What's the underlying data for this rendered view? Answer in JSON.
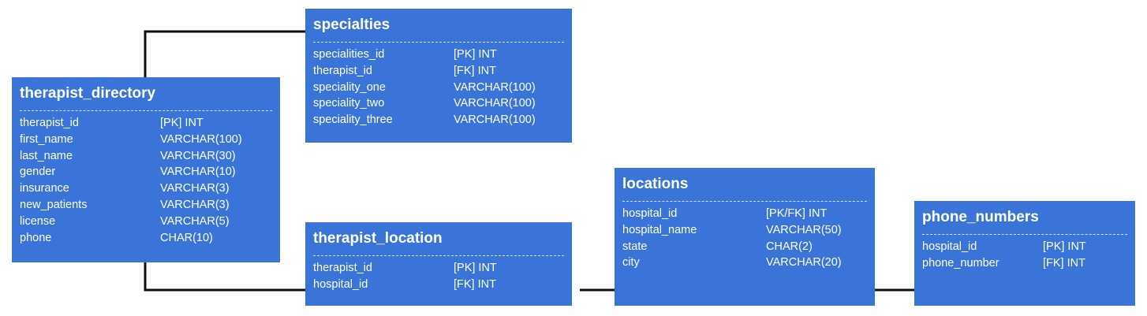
{
  "tables": {
    "therapist_directory": {
      "title": "therapist_directory",
      "fields": [
        {
          "name": "therapist_id",
          "type": "[PK] INT"
        },
        {
          "name": "first_name",
          "type": "VARCHAR(100)"
        },
        {
          "name": "last_name",
          "type": "VARCHAR(30)"
        },
        {
          "name": "gender",
          "type": "VARCHAR(10)"
        },
        {
          "name": "insurance",
          "type": "VARCHAR(3)"
        },
        {
          "name": "new_patients",
          "type": "VARCHAR(3)"
        },
        {
          "name": "license",
          "type": "VARCHAR(5)"
        },
        {
          "name": "phone",
          "type": "CHAR(10)"
        }
      ]
    },
    "specialties": {
      "title": "specialties",
      "fields": [
        {
          "name": "specialities_id",
          "type": "[PK] INT"
        },
        {
          "name": "therapist_id",
          "type": "[FK] INT"
        },
        {
          "name": "speciality_one",
          "type": "VARCHAR(100)"
        },
        {
          "name": "speciality_two",
          "type": "VARCHAR(100)"
        },
        {
          "name": "speciality_three",
          "type": "VARCHAR(100)"
        }
      ]
    },
    "therapist_location": {
      "title": "therapist_location",
      "fields": [
        {
          "name": "therapist_id",
          "type": "[PK] INT"
        },
        {
          "name": "hospital_id",
          "type": "[FK] INT"
        }
      ]
    },
    "locations": {
      "title": "locations",
      "fields": [
        {
          "name": "hospital_id",
          "type": "[PK/FK] INT"
        },
        {
          "name": "hospital_name",
          "type": "VARCHAR(50)"
        },
        {
          "name": "state",
          "type": "CHAR(2)"
        },
        {
          "name": "city",
          "type": "VARCHAR(20)"
        }
      ]
    },
    "phone_numbers": {
      "title": "phone_numbers",
      "fields": [
        {
          "name": "hospital_id",
          "type": "[PK] INT"
        },
        {
          "name": "phone_number",
          "type": "[FK] INT"
        }
      ]
    }
  },
  "colors": {
    "table_fill": "#3a74d8",
    "text": "#ffffff",
    "connector": "#111111"
  }
}
